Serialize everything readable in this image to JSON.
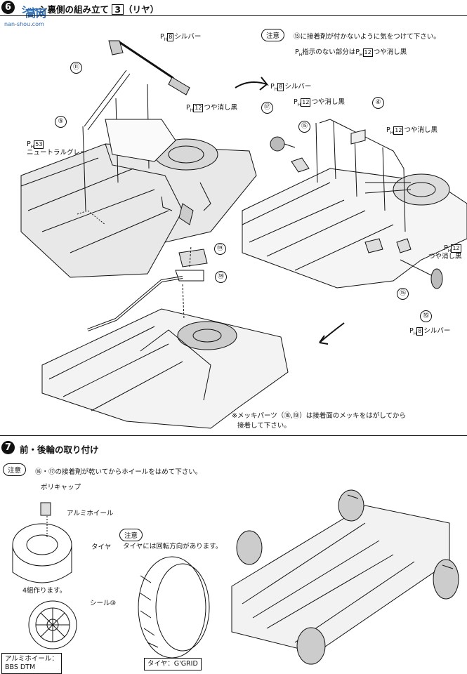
{
  "step6": {
    "number": "6",
    "title_a": "シャ",
    "title_b": "シ裏側の組み立て",
    "title_box": "3",
    "title_c": "（リヤ）"
  },
  "watermark": {
    "text": "高网",
    "url": "nan-shou.com"
  },
  "step6_notes": {
    "caution_tag": "注意",
    "caution_text": "⑮に接着剤が付かないように気をつけて下さい。",
    "caution_sub": "指示のない部分は",
    "caution_sub_code": "12",
    "caution_sub_after": "つや消し黒",
    "plating_note_line1": "※メッキパーツ（⑱,⑲）は接着面のメッキをはがしてから",
    "plating_note_line2": "接着して下さい。"
  },
  "step6_labels": {
    "l1_code": "8",
    "l1_text": "シルバー",
    "l2_code": "12",
    "l2_text": "つや消し黒",
    "l3_code": "53",
    "l3_text": "ニュートラルグレー",
    "r1_code": "8",
    "r1_text": "シルバー",
    "r2_code": "12",
    "r2_text": "つや消し黒",
    "r3_code": "12",
    "r3_text": "つや消し黒",
    "r4_code": "12",
    "r4_text": "つや消し黒",
    "r5_code": "8",
    "r5_text": "シルバー"
  },
  "parts": {
    "p11": "⑪",
    "p5": "⑤",
    "p17": "⑰",
    "p15a": "⑮",
    "p4": "④",
    "p69": "⑲",
    "p68": "⑱",
    "p15b": "⑮",
    "p16": "⑯"
  },
  "step7": {
    "number": "7",
    "title": "前・後輪の取り付け",
    "caution_tag": "注意",
    "caution_text": "⑯・⑰の接着剤が乾いてからホイールをはめて下さい。",
    "polycap": "ポリキャップ",
    "alumi_wheel": "アルミホイール",
    "tire": "タイヤ",
    "four_sets": "4組作ります。",
    "seal": "シール⑩",
    "wheel_caption_1": "アルミホイール：",
    "wheel_caption_2": "BBS DTM",
    "tire_note_tag": "注意",
    "tire_note": "タイヤには回転方向があります。",
    "tire_caption": "タイヤ：G'GRID"
  }
}
